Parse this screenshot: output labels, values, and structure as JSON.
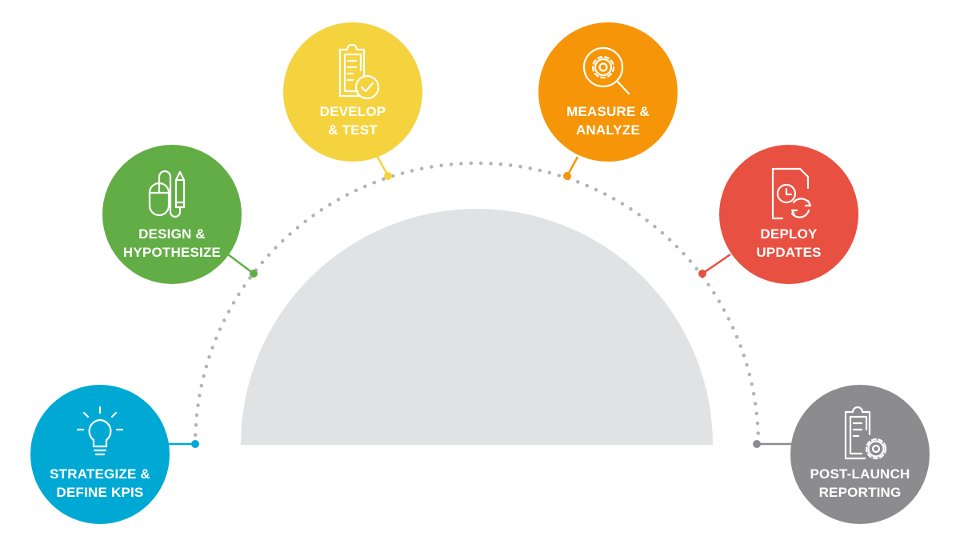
{
  "colors": {
    "arc": "#b0b3b8",
    "dome": "#e0e2e4",
    "strategize": "#00a9d4",
    "design": "#63ad46",
    "develop": "#f5d33f",
    "measure": "#f69507",
    "deploy": "#e85041",
    "post_launch": "#8c8c8e"
  },
  "steps": [
    {
      "line1": "STRATEGIZE &",
      "line2": "DEFINE KPIS",
      "icon": "lightbulb-icon"
    },
    {
      "line1": "DESIGN &",
      "line2": "HYPOTHESIZE",
      "icon": "mouse-pen-icon"
    },
    {
      "line1": "DEVELOP",
      "line2": "& TEST",
      "icon": "clipboard-check-icon"
    },
    {
      "line1": "MEASURE &",
      "line2": "ANALYZE",
      "icon": "magnifier-gear-icon"
    },
    {
      "line1": "DEPLOY",
      "line2": "UPDATES",
      "icon": "document-refresh-icon"
    },
    {
      "line1": "POST-LAUNCH",
      "line2": "REPORTING",
      "icon": "clipboard-gear-icon"
    }
  ]
}
